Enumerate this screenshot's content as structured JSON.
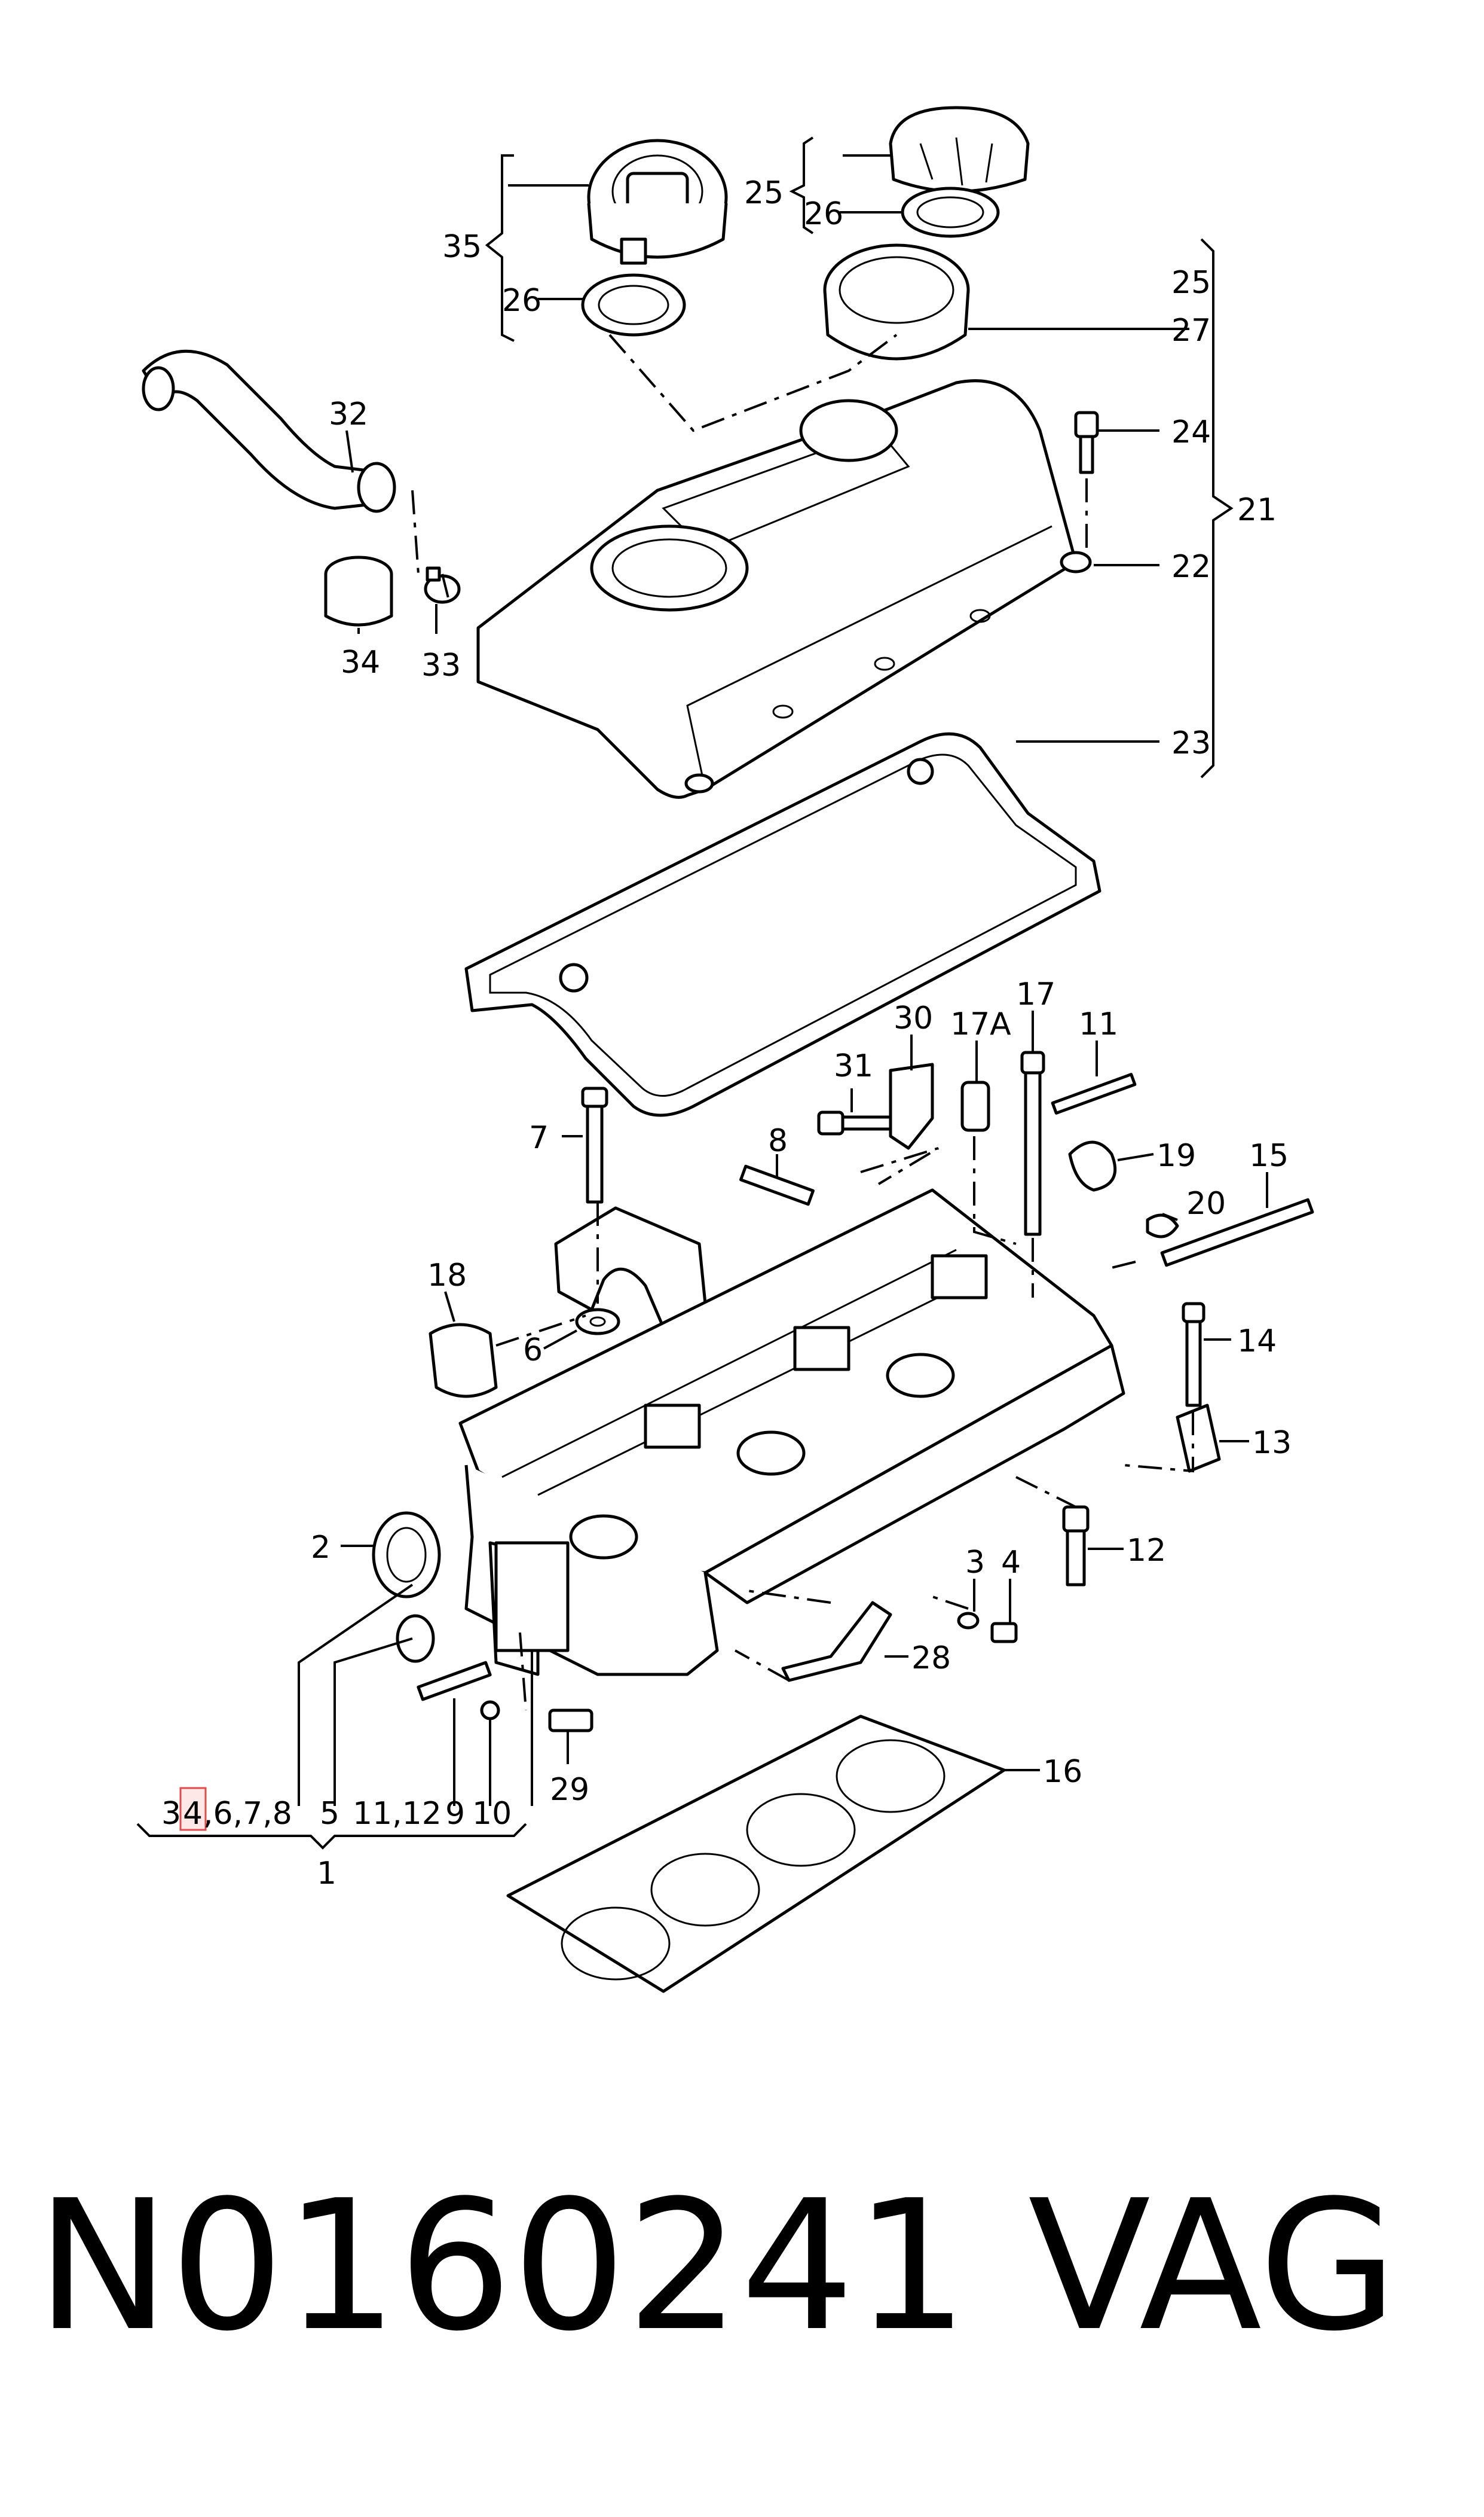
{
  "part_number": "N0160241",
  "brand": "VAG",
  "callouts": {
    "c35": "35",
    "c25a": "25",
    "c26a": "26",
    "c26b": "26",
    "c25b": "25",
    "c27": "27",
    "c24": "24",
    "c21": "21",
    "c22": "22",
    "c23": "23",
    "c32": "32",
    "c34": "34",
    "c33": "33",
    "c30": "30",
    "c17": "17",
    "c17a": "17A",
    "c11": "11",
    "c31": "31",
    "c7": "7",
    "c8": "8",
    "c19": "19",
    "c20": "20",
    "c15": "15",
    "c18": "18",
    "c6": "6",
    "c14": "14",
    "c13": "13",
    "c2": "2",
    "c12": "12",
    "c3": "3",
    "c4": "4",
    "c28": "28",
    "c29": "29",
    "c16": "16",
    "c1": "1"
  },
  "group_1": {
    "g1": "3",
    "g2": "4",
    "g3": ",6,7,8",
    "g4": "5",
    "g5": "11,12",
    "g6": "9",
    "g7": "10"
  },
  "highlight_color": "#e04b4b"
}
